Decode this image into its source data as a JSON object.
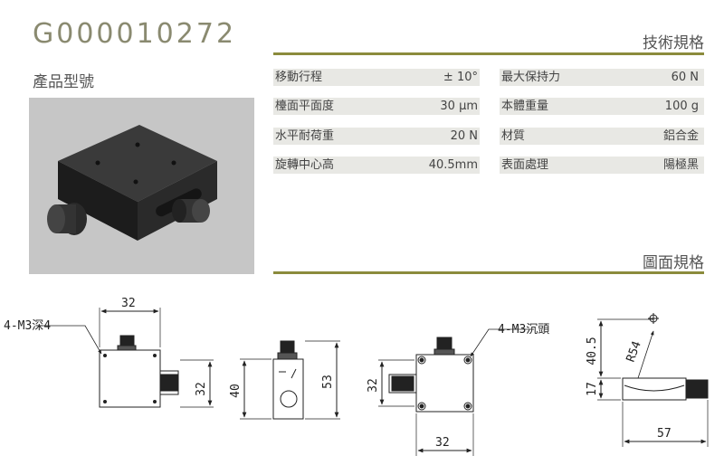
{
  "product": {
    "code": "G000010272",
    "label": "產品型號"
  },
  "specs": {
    "title": "技術規格",
    "rows": [
      {
        "k1": "移動行程",
        "v1": "± 10°",
        "k2": "最大保持力",
        "v2": "60 N"
      },
      {
        "k1": "檯面平面度",
        "v1": "30 µm",
        "k2": "本體重量",
        "v2": "100 g"
      },
      {
        "k1": "水平耐荷重",
        "v1": "20 N",
        "k2": "材質",
        "v2": "鋁合金"
      },
      {
        "k1": "旋轉中心高",
        "v1": "40.5mm",
        "k2": "表面處理",
        "v2": "陽極黑"
      }
    ]
  },
  "drawing": {
    "title": "圖面規格",
    "label_front_holes": "4-M3深4",
    "label_top_holes": "4-M3沉頭",
    "dim_front_width": "32",
    "dim_front_height": "32",
    "dim_side_height_inner": "40",
    "dim_side_height_outer": "53",
    "dim_top_height": "32",
    "dim_top_width": "32",
    "dim_radius_height": "40.5",
    "dim_radius": "R54",
    "dim_base_height": "17",
    "dim_length": "57"
  }
}
